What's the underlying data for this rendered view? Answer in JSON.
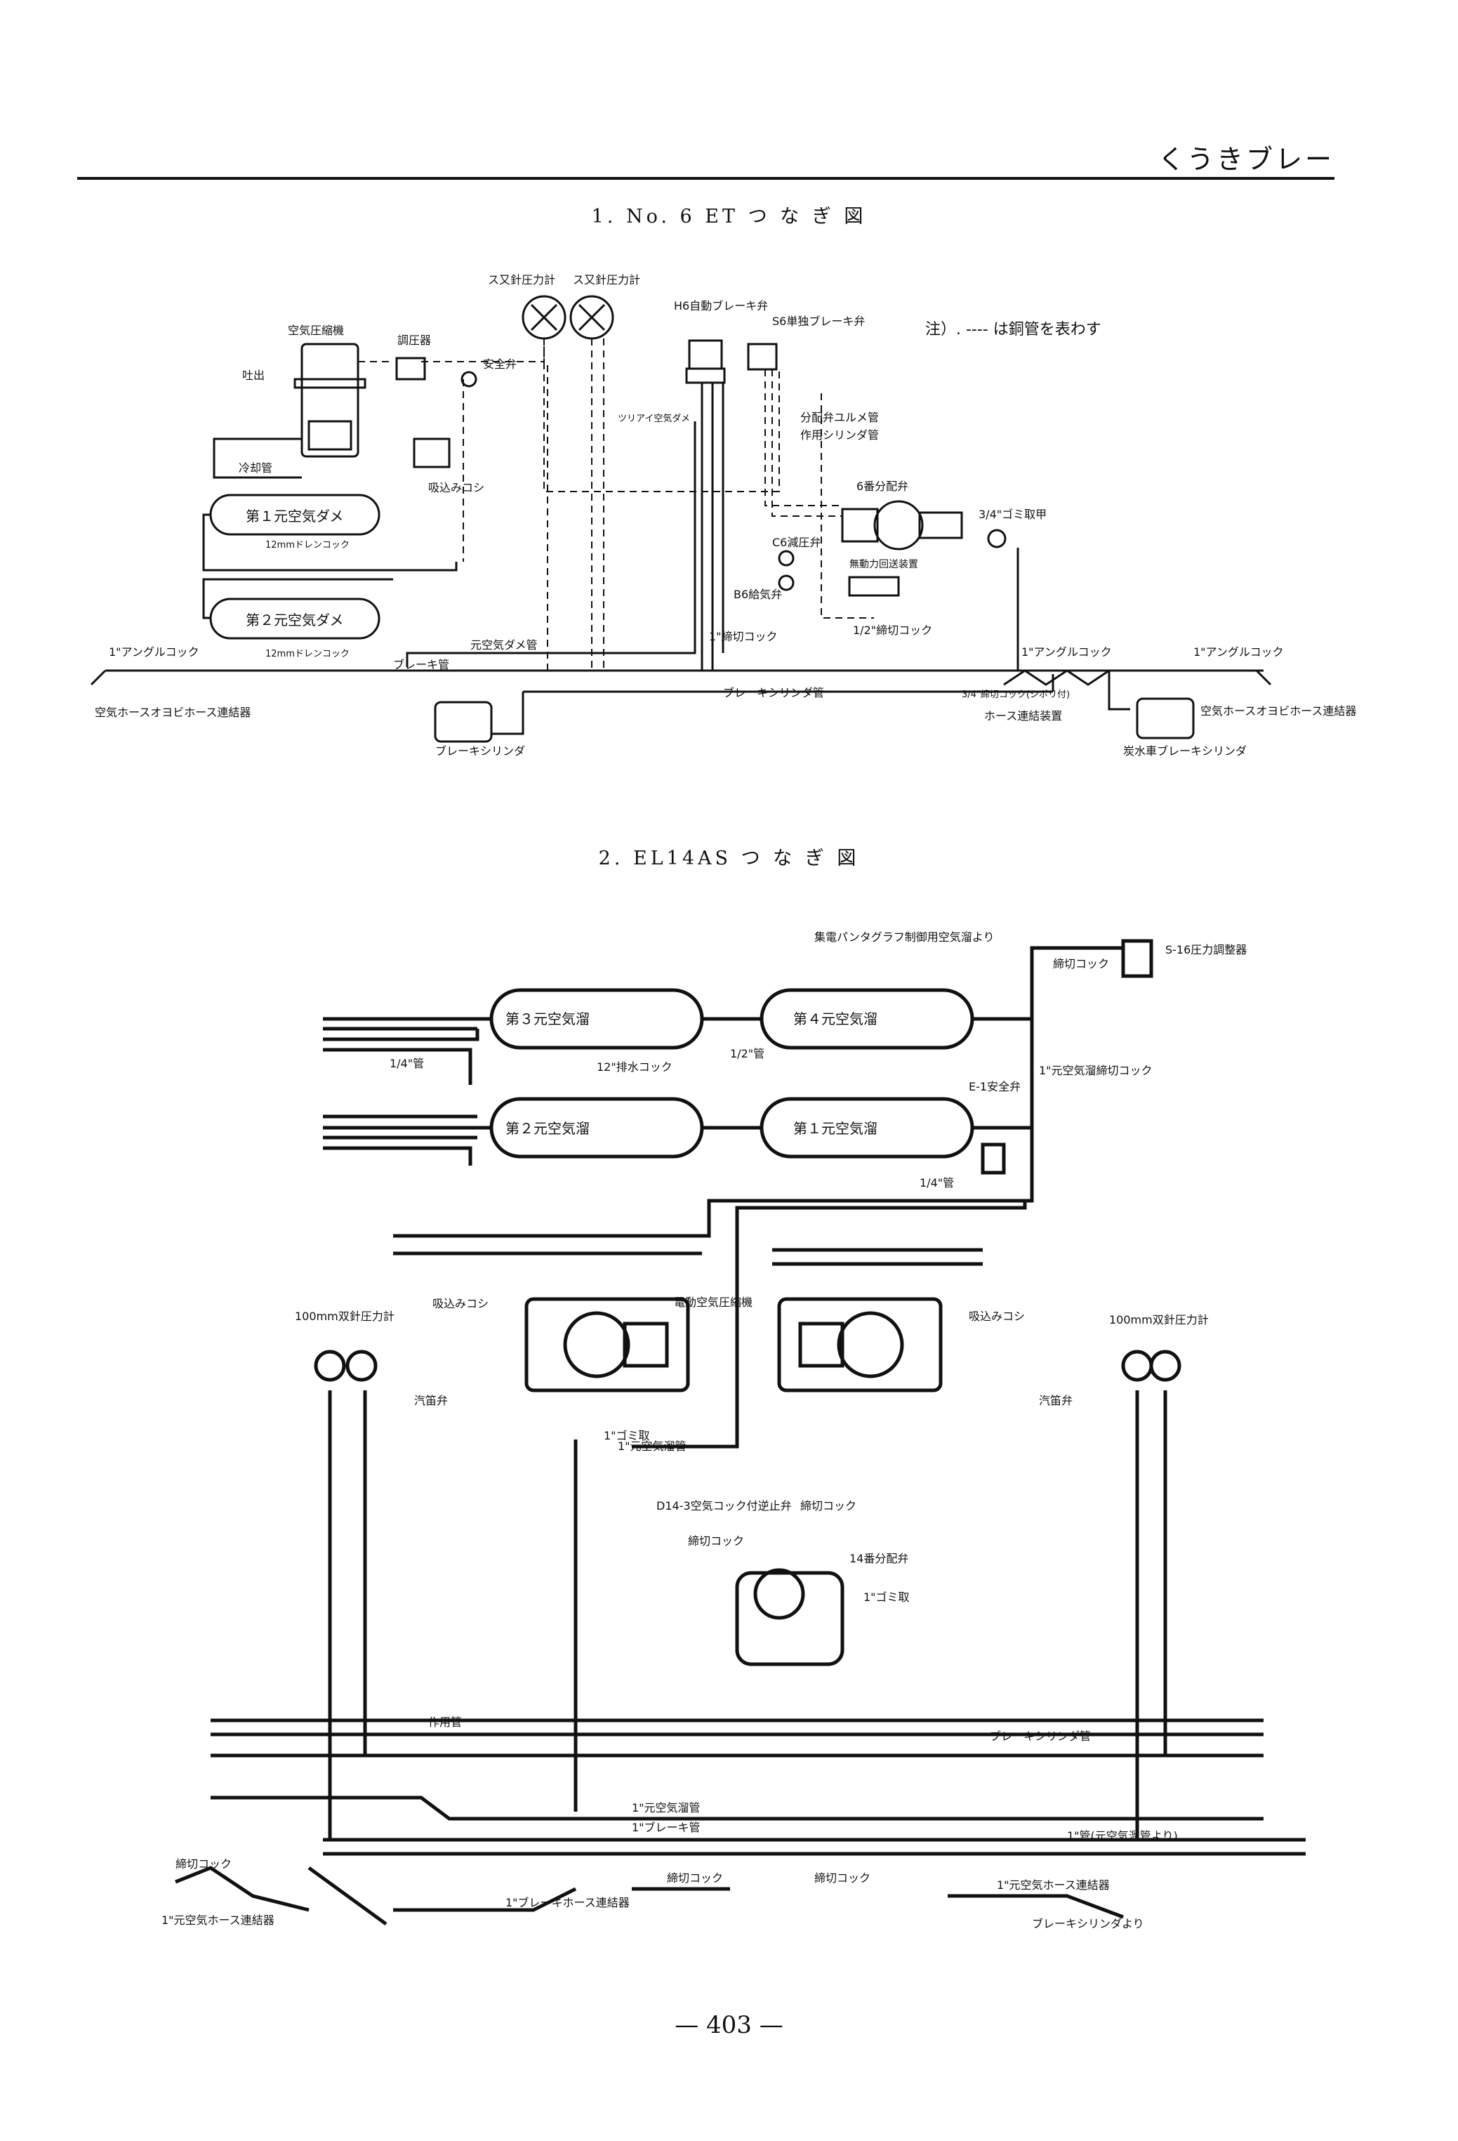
{
  "header": {
    "section": "くうきブレー"
  },
  "diagram1": {
    "title": "1.  No. 6  ET  つ  な  ぎ  図",
    "note": "注）. ---- は銅管を表わす",
    "labels": {
      "gauge1": "ス又針圧力計",
      "gauge2": "ス又針圧力計",
      "brake_h6": "H6自動ブレーキ弁",
      "brake_s6": "S6単独ブレーキ弁",
      "compressor": "空気圧縮機",
      "governor": "調圧器",
      "safety_valve": "安全弁",
      "exhaust": "吐出",
      "cooling_pipe": "冷却管",
      "intake_strainer": "吸込みコシ",
      "reservoir1": "第１元空気ダメ",
      "reservoir2": "第２元空気ダメ",
      "drain1": "12mmドレンコック",
      "drain2": "12mmドレンコック",
      "equalizing": "ツリアイ空気ダメ",
      "distrib_pipe": "分配弁ユルメ管",
      "cyl_pipe_act": "作用シリンダ管",
      "distrib_valve": "6番分配弁",
      "reducing": "C6減圧弁",
      "unpowered": "無動力回送装置",
      "supply_b6": "B6給気弁",
      "cutout_cock": "1\"締切コック",
      "cutout_half": "1/2\"締切コック",
      "dust_collector": "3/4\"ゴミ取甲",
      "angle_cock_l": "1\"アングルコック",
      "angle_cock_m": "1\"アングルコック",
      "angle_cock_r": "1\"アングルコック",
      "main_res_pipe": "元空気ダメ管",
      "brake_pipe": "ブレーキ管",
      "brake_cyl_pipe": "ブレーキシリンダ管",
      "hose_coupler_l": "空気ホースオヨビホース連結器",
      "hose_coupler_r": "空気ホースオヨビホース連結器",
      "cutout_cock_34": "3/4\"締切コック(シボリ付)",
      "hose_device": "ホース連結装置",
      "brake_cylinder": "ブレーキシリンダ",
      "tender_cylinder": "炭水車ブレーキシリンダ"
    }
  },
  "diagram2": {
    "title": "2.  EL14AS  つ  な  ぎ  図",
    "labels": {
      "res3": "第３元空気溜",
      "res4": "第４元空気溜",
      "res2": "第２元空気溜",
      "res1": "第１元空気溜",
      "drain": "12\"排水コック",
      "pipe_quarter": "1/4\"管",
      "pipe_quarter2": "1/4\"管",
      "pipe_half": "1/2\"管",
      "e1_valve": "E-1安全弁",
      "main_cock": "1\"元空気溜締切コック",
      "pantograph": "集電パンタグラフ制御用空気溜より",
      "s16": "S-16圧力調整器",
      "cutout_top": "締切コック",
      "electric_comp": "電動空気圧縮機",
      "strainer_l": "吸込みコシ",
      "strainer_r": "吸込みコシ",
      "gauge_l": "100mm双針圧力計",
      "gauge_r": "100mm双針圧力計",
      "whistle_l": "汽笛弁",
      "whistle_r": "汽笛弁",
      "main_res_pipe": "1\"元空気溜管",
      "dust_top": "1\"ゴミ取",
      "dust_right": "1\"ゴミ取",
      "d14": "D14-3空気コック付逆止弁",
      "cutout_mid": "締切コック",
      "cutout_mid2": "締切コック",
      "distrib": "14番分配弁",
      "brake_act_pipe": "作用管",
      "brake_cyl_pipe": "ブレーキシリンダ管",
      "main_pipe_bottom": "1\"元空気溜管",
      "brake_pipe_bottom": "1\"ブレーキ管",
      "cutout_bottom1": "締切コック",
      "cutout_bottom2": "締切コック",
      "cutout_bottom3": "締切コック",
      "hose_l": "1\"元空気ホース連結器",
      "hose_m": "1\"ブレーキホース連結器",
      "hose_r": "1\"元空気ホース連結器",
      "cyl_r": "ブレーキシリンダより",
      "pipe_note_r": "1\"管(元空気溜管より)"
    }
  },
  "page_number": "— 403 —"
}
